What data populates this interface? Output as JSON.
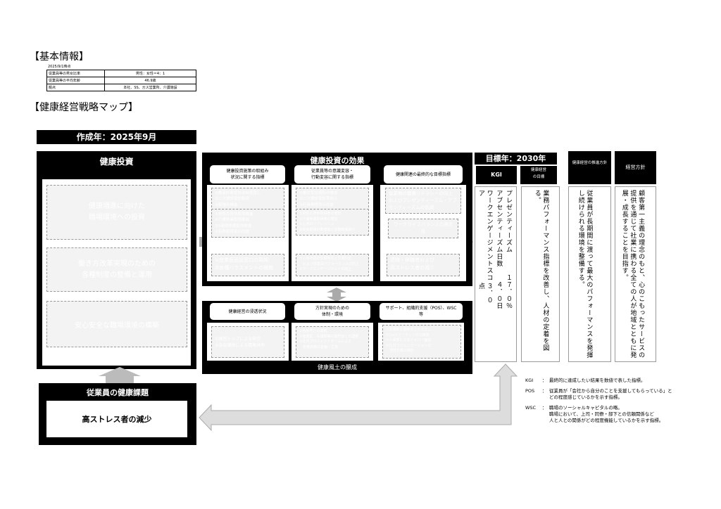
{
  "basic": {
    "heading": "【基本情報】",
    "date": "2025/9/1時点",
    "rows": [
      [
        "従業員等の男女比率",
        "男性：女性＝4：1"
      ],
      [
        "従業員等の平均年齢",
        "46.9歳"
      ],
      [
        "拠点",
        "本社、SS、ガス営業所、介護施設"
      ]
    ]
  },
  "map_heading": "【健康経営戦略マップ】",
  "created": "作成年：2025年9月",
  "investment": {
    "title": "健康投資",
    "items": [
      "健康増進に向けた\n職場環境への投資",
      "働き方改革実現のための\n各種制度の整備と運用",
      "安心安全な職場環境の構築"
    ]
  },
  "issue": {
    "title": "従業員の健康課題",
    "value": "高ストレス者の減少"
  },
  "effects": {
    "title": "健康投資の効果",
    "headers": [
      "健康投資施策の取組み\n状況に関する指標",
      "従業員等の意識変容・\n行動変容に関する指標",
      "健康関連の最終的な目標指標"
    ],
    "col1": [
      "①健康診断受診体制見直し\n②二次検診受診勧奨\n③禁煙の推進",
      "①男性の育休取得推進\n②介護休業取得推進\n③5連続休暇取得推進\n④有休取得率の改善",
      "①産業医面談窓口の周知\n②各種ハラスメントの根絶"
    ],
    "col2": [
      "①健診受診病院の増加\n②二次検診受診率向上\n③社員喫煙率の改善",
      "①男性の育休取得者の増加\n②介護休業取得者の増加\n③心身のリフレッシュ\n④有休取得日数増加と労働時間減少",
      "①心身不調の早期発見と早期対応\n　および従業員パフォーマンスの向上\n②ワークエンゲージメントの向上"
    ],
    "col3": [
      "従業員の健康リテラシーの向上\nおよびプレゼンティーズム・アブセンティーズムの低減",
      "ワークライフバランスの適正化",
      "退職・休職者および\n高ストレス者の減少"
    ]
  },
  "culture": {
    "title": "健康風土の醸成",
    "headers": [
      "健康経営の浸透状況",
      "方針実現のための\n体制・環境",
      "サポート、組織的支援（POS）、WSC\n等"
    ],
    "items": [
      "①経営トップによる発信\n②各会議体による情報共有",
      "①各部門との連携\n②産業医・看護師等の専門家との連携\n③社内プロジェクトチームによる\n　各種施策の企画・立案",
      "①定期的な福利厚生の見直し\n②1on1ミーティングの推奨\n③人事部によるフォロー面談\n④社内コミュニケーションの\n　活性化策の検討"
    ]
  },
  "target": {
    "year": "目標年：2030年",
    "kgi_label": "KGI",
    "goal_label": "健康経営\nの目標",
    "kgi": [
      {
        "name": "プレゼンティーズム",
        "value": "１７．０％"
      },
      {
        "name": "アブセンティーズム日数",
        "value": "４．０日"
      },
      {
        "name": "ワークエンゲージメントスコア",
        "value": "３．０点"
      }
    ],
    "goal": "業務パフォーマンス指標を改善し、人材の定着を図る。"
  },
  "promotion": {
    "label": "健康経営の推進方針",
    "text": "従業員が長期間に渡って最大のパフォーマンスを発揮し続けられる環境を整備する。"
  },
  "policy": {
    "label": "経営方針",
    "text": "顧客第一主義の理念のもと、心のこもったサービスの提供を通じて社業に携わる全ての人が地域とともに発展・成長することを目指す。"
  },
  "legend": [
    {
      "term": "KGI",
      "sep": "：",
      "desc": "最終的に達成したい結果を数値で表した指標。"
    },
    {
      "term": "POS",
      "sep": "：",
      "desc": "従業員が「会社から自分のことを支援してもらっている」と\nどの程度感じているかを示す指標。"
    },
    {
      "term": "WSC",
      "sep": "：",
      "desc": "職場のソーシャルキャピタルの略。\n職場において、上司・同僚・部下との信頼関係など\n人と人との関係がどの程度機能しているかを示す指標。"
    }
  ]
}
